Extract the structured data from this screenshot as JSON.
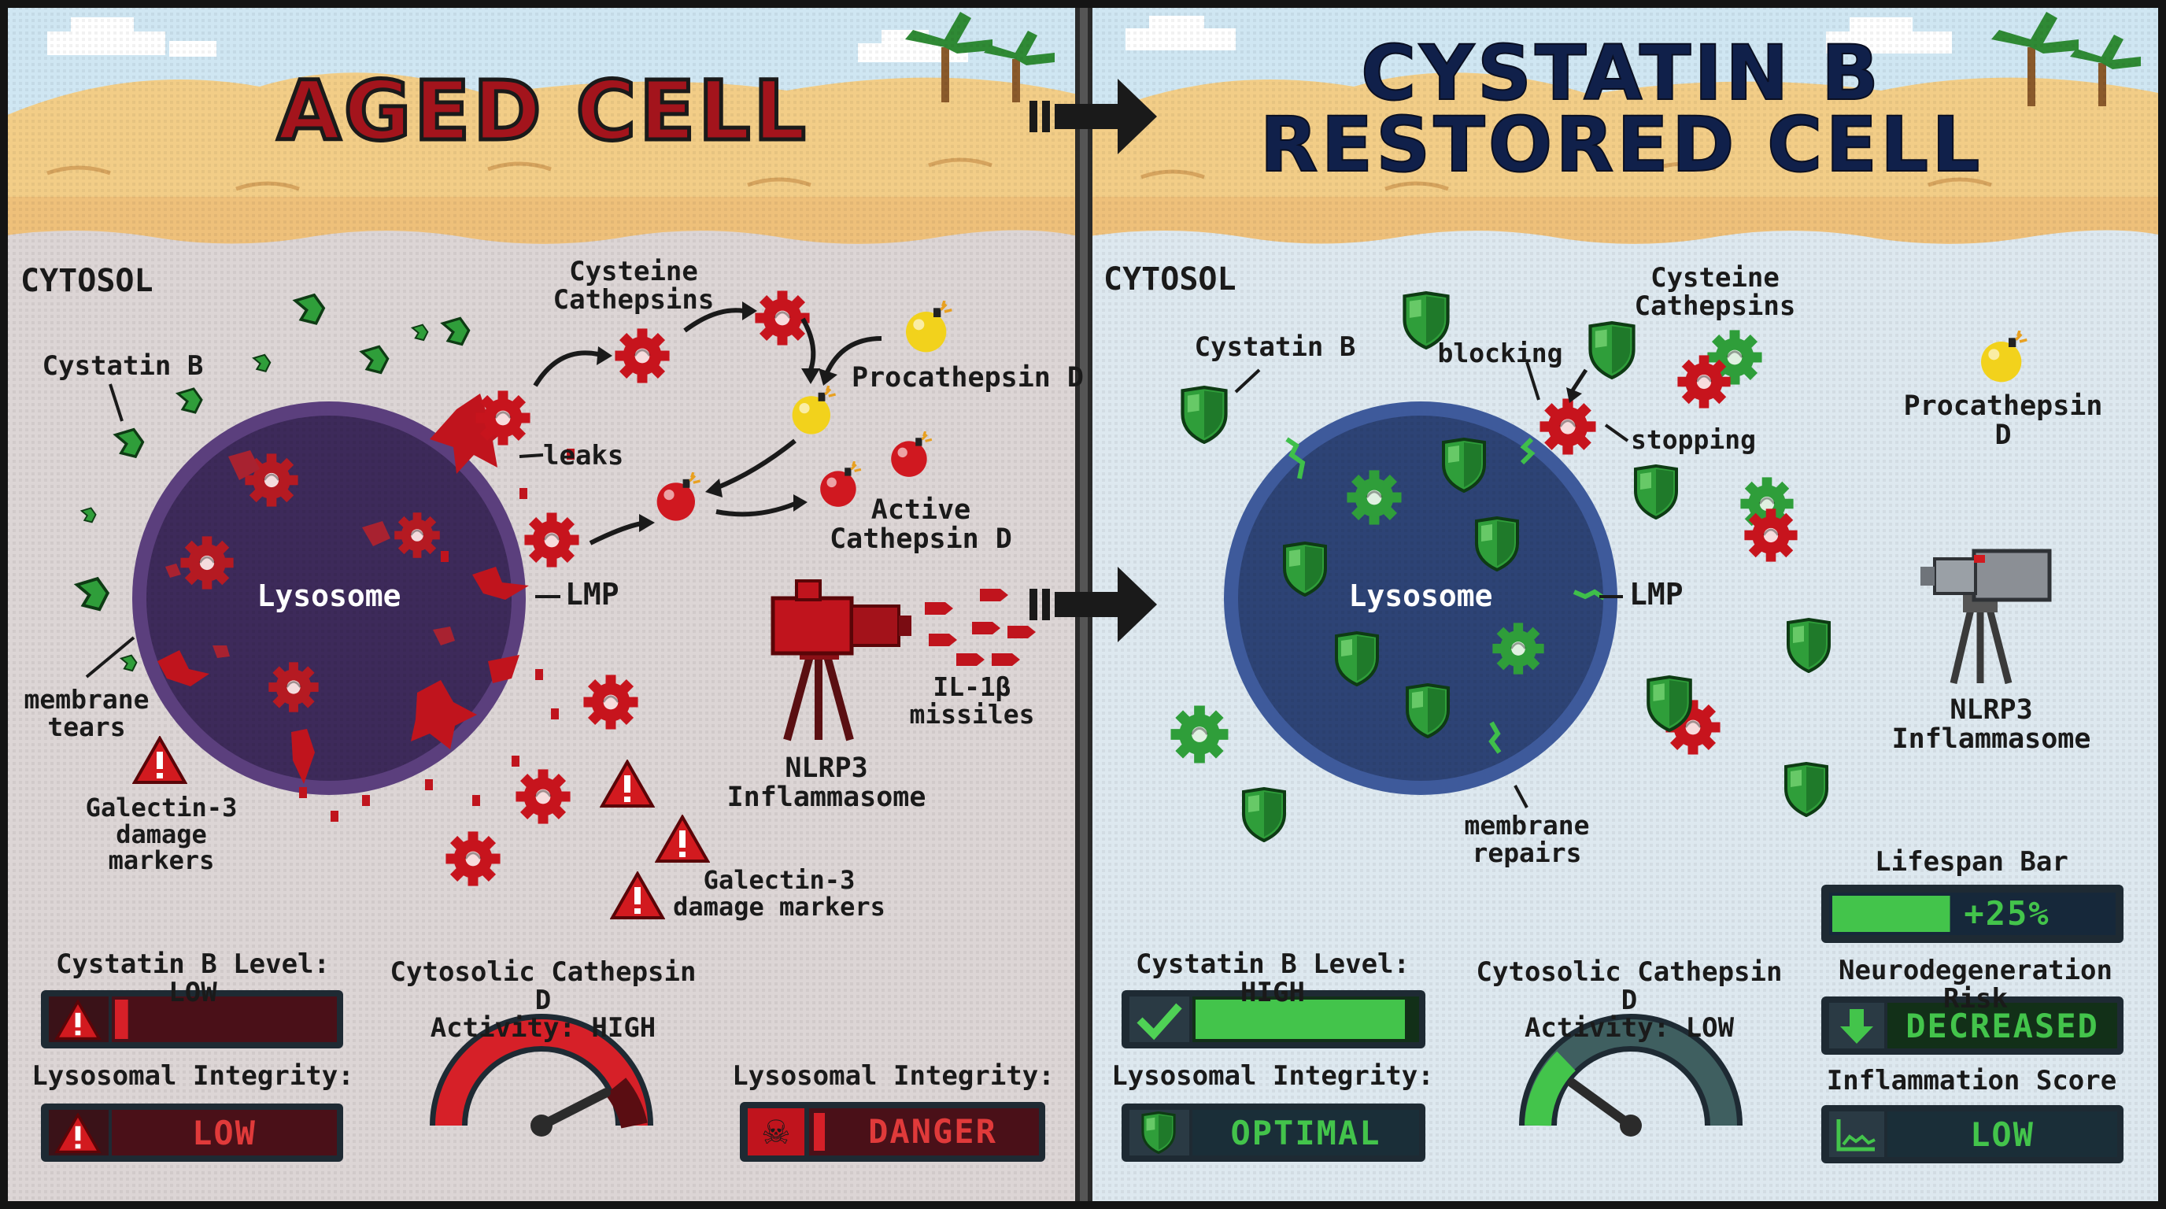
{
  "left_panel": {
    "title": "AGED CELL",
    "region_label": "CYTOSOL",
    "labels": {
      "cystatin_b": "Cystatin B",
      "cysteine_cathepsins": "Cysteine\nCathepsins",
      "procathepsin_d": "Procathepsin D",
      "leaks": "leaks",
      "active_cathepsin_d": "Active\nCathepsin D",
      "lysosome": "Lysosome",
      "lmp": "LMP",
      "il1b_missiles": "IL-1β\nmissiles",
      "nlrp3": "NLRP3\nInflammasome",
      "membrane_tears": "membrane\ntears",
      "galectin_left": "Galectin-3\ndamage\nmarkers",
      "galectin_right": "Galectin-3\ndamage markers"
    },
    "stats": {
      "cystatin_level_label": "Cystatin B Level: LOW",
      "cystatin_level_fraction": 0.06,
      "integrity_label": "Lysosomal Integrity:",
      "integrity_value": "LOW",
      "gauge_label": "Cytosolic Cathepsin D\nActivity: HIGH",
      "gauge_fraction": 0.85,
      "integrity2_label": "Lysosomal Integrity:",
      "integrity2_value": "DANGER"
    }
  },
  "right_panel": {
    "title": "CYSTATIN B\nRESTORED CELL",
    "region_label": "CYTOSOL",
    "labels": {
      "cystatin_b": "Cystatin B",
      "blocking": "blocking",
      "cysteine_cathepsins": "Cysteine\nCathepsins",
      "stopping": "stopping",
      "procathepsin_d": "Procathepsin D",
      "lysosome": "Lysosome",
      "lmp": "LMP",
      "nlrp3": "NLRP3\nInflammasome",
      "membrane_repairs": "membrane\nrepairs"
    },
    "stats": {
      "cystatin_level_label": "Cystatin B Level: HIGH",
      "cystatin_level_fraction": 0.95,
      "integrity_label": "Lysosomal Integrity:",
      "integrity_value": "OPTIMAL",
      "gauge_label": "Cytosolic Cathepsin D\nActivity: LOW",
      "gauge_fraction": 0.2,
      "lifespan_label": "Lifespan Bar",
      "lifespan_value": "+25%",
      "lifespan_fraction": 0.42,
      "neuro_label": "Neurodegeneration Risk",
      "neuro_value": "DECREASED",
      "inflammation_label": "Inflammation Score",
      "inflammation_value": "LOW"
    }
  },
  "colors": {
    "sand": "#f2cd87",
    "sky": "#cfe6f2",
    "left_bg": "#dcd5d5",
    "right_bg": "#dde8ef",
    "blood": "#c0141d",
    "green": "#2f9e3a",
    "lysosome_left": "#3d2a5a",
    "lysosome_right": "#2d4375",
    "title_left": "#a3141c",
    "title_right": "#10204a"
  }
}
